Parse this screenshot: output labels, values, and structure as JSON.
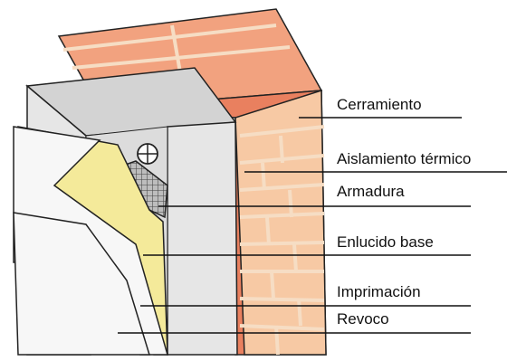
{
  "diagram": {
    "labels": [
      "Cerramiento",
      "Aislamiento térmico",
      "Armadura",
      "Enlucido base",
      "Imprimación",
      "Revoco"
    ]
  },
  "colors": {
    "brick": "#e9805f",
    "brick_top": "#f2a27f",
    "brick_side": "#f7c9a4",
    "mortar": "#f6ddc4",
    "insulation_front": "#e6e6e6",
    "insulation_side": "#d3d3d3",
    "mesh": "#555555",
    "base_plaster": "#f4ea9a",
    "finish_render": "#f7f7f7",
    "outline": "#222222"
  }
}
